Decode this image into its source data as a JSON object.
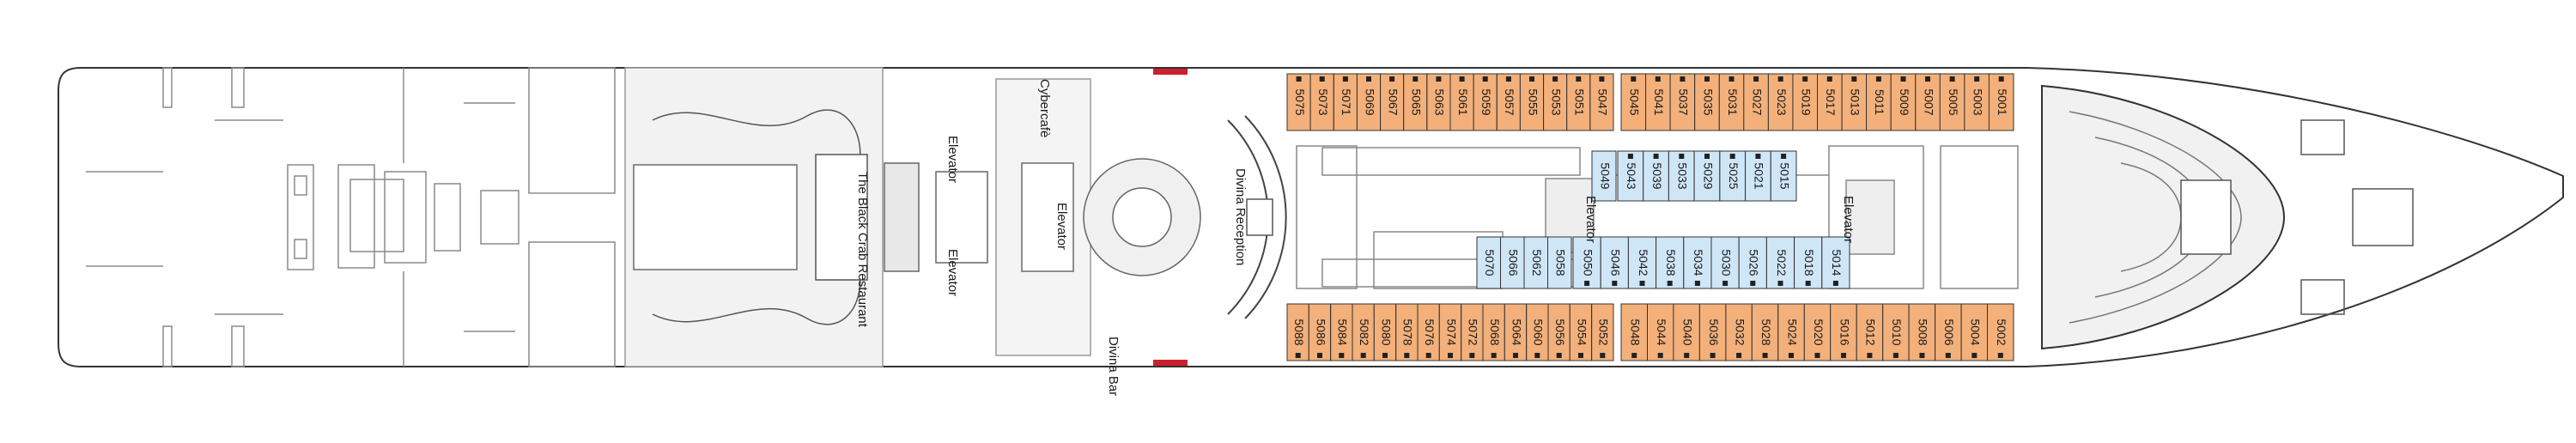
{
  "colors": {
    "outside_cabin": "#F3B07A",
    "inside_cabin": "#CFE6F7",
    "outline": "#333333",
    "line": "#777777",
    "accent": "#CC1F2E"
  },
  "labels": {
    "restaurant": "The Black Crab Restaurant",
    "cybercafe": "Cybercafè",
    "reception": "Divina Reception",
    "bar": "Divina Bar",
    "elevator": "Elevator"
  },
  "cabins": {
    "top_outside_a": [
      "5075",
      "5073",
      "5071",
      "5069",
      "5067",
      "5065",
      "5063",
      "5061",
      "5059",
      "5057",
      "5055",
      "5053",
      "5051",
      "5047"
    ],
    "top_outside_b": [
      "5045",
      "5041",
      "5037",
      "5035",
      "5031",
      "5027",
      "5023",
      "5019",
      "5017",
      "5013",
      "5011",
      "5009",
      "5007",
      "5005",
      "5003",
      "5001"
    ],
    "inside_top_a": [
      "5049"
    ],
    "inside_top_b": [
      "5043",
      "5039",
      "5033",
      "5029",
      "5025",
      "5021",
      "5015"
    ],
    "inside_bottom_a": [
      "5070",
      "5066",
      "5062",
      "5058"
    ],
    "inside_bottom_b": [
      "5050",
      "5046",
      "5042",
      "5038",
      "5034",
      "5030",
      "5026",
      "5022",
      "5018",
      "5014"
    ],
    "bottom_outside_a": [
      "5088",
      "5086",
      "5084",
      "5082",
      "5080",
      "5078",
      "5076",
      "5074",
      "5072",
      "5068",
      "5064",
      "5060",
      "5056",
      "5054",
      "5052"
    ],
    "bottom_outside_b": [
      "5048",
      "5044",
      "5040",
      "5036",
      "5032",
      "5028",
      "5024",
      "5020",
      "5016",
      "5012",
      "5010",
      "5008",
      "5006",
      "5004",
      "5002"
    ]
  }
}
